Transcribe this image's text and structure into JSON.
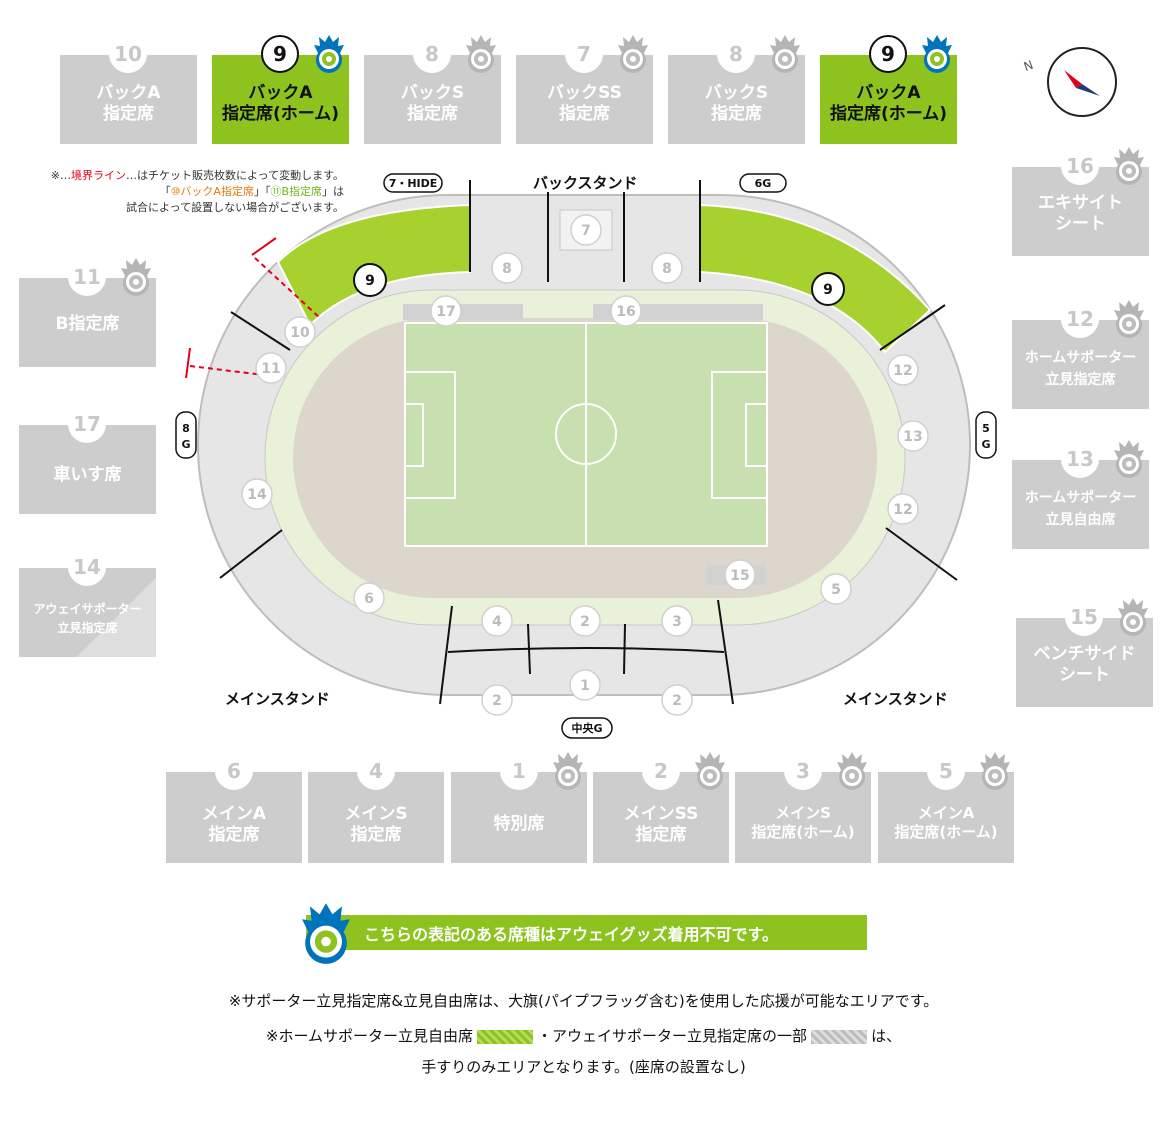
{
  "top_tiles": [
    {
      "num": "10",
      "l1": "バックA",
      "l2": "指定席",
      "active": false,
      "crest": false
    },
    {
      "num": "9",
      "l1": "バックA",
      "l2": "指定席(ホーム)",
      "active": true,
      "crest": true
    },
    {
      "num": "8",
      "l1": "バックS",
      "l2": "指定席",
      "active": false,
      "crest": true
    },
    {
      "num": "7",
      "l1": "バックSS",
      "l2": "指定席",
      "active": false,
      "crest": true
    },
    {
      "num": "8",
      "l1": "バックS",
      "l2": "指定席",
      "active": false,
      "crest": true
    },
    {
      "num": "9",
      "l1": "バックA",
      "l2": "指定席(ホーム)",
      "active": true,
      "crest": true
    }
  ],
  "left_tiles": [
    {
      "num": "11",
      "l1": "B指定席",
      "l2": "",
      "crest": true
    },
    {
      "num": "17",
      "l1": "車いす席",
      "l2": "",
      "crest": false
    },
    {
      "num": "14",
      "l1": "アウェイサポーター",
      "l2": "立見指定席",
      "crest": false
    }
  ],
  "right_tiles": [
    {
      "num": "16",
      "l1": "エキサイト",
      "l2": "シート",
      "crest": true
    },
    {
      "num": "12",
      "l1": "ホームサポーター",
      "l2": "立見指定席",
      "crest": true
    },
    {
      "num": "13",
      "l1": "ホームサポーター",
      "l2": "立見自由席",
      "crest": true
    },
    {
      "num": "15",
      "l1": "ベンチサイド",
      "l2": "シート",
      "crest": true
    }
  ],
  "bottom_tiles": [
    {
      "num": "6",
      "l1": "メインA",
      "l2": "指定席",
      "crest": false
    },
    {
      "num": "4",
      "l1": "メインS",
      "l2": "指定席",
      "crest": false
    },
    {
      "num": "1",
      "l1": "特別席",
      "l2": "",
      "crest": true
    },
    {
      "num": "2",
      "l1": "メインSS",
      "l2": "指定席",
      "crest": true
    },
    {
      "num": "3",
      "l1": "メインS",
      "l2": "指定席(ホーム)",
      "crest": true
    },
    {
      "num": "5",
      "l1": "メインA",
      "l2": "指定席(ホーム)",
      "crest": true
    }
  ],
  "note": {
    "mark": "※…",
    "boundary": "境界ライン",
    "rest1": "…はチケット販売枚数によって変動します。",
    "q_open": "「",
    "seat10": "⑩バックA指定席",
    "q_mid": "」「",
    "seat11": "⑪B指定席",
    "q_close": "」は",
    "line3": "試合によって設置しない場合がございます。"
  },
  "map": {
    "back_stand": "バックスタンド",
    "main_stand_left": "メインスタンド",
    "main_stand_right": "メインスタンド",
    "gate_7_hide": "7・HIDE",
    "gate_6g": "6G",
    "gate_8": "8",
    "gate_8g": "G",
    "gate_5": "5",
    "gate_5g": "G",
    "gate_center": "中央G",
    "sec_7": "7",
    "sec_8a": "8",
    "sec_8b": "8",
    "sec_9a": "9",
    "sec_9b": "9",
    "sec_10": "10",
    "sec_11": "11",
    "sec_17": "17",
    "sec_16": "16",
    "sec_12a": "12",
    "sec_13": "13",
    "sec_12b": "12",
    "sec_14": "14",
    "sec_15": "15",
    "sec_6": "6",
    "sec_4": "4",
    "sec_2a": "2",
    "sec_3": "3",
    "sec_5": "5",
    "sec_2b": "2",
    "sec_1": "1",
    "sec_2c": "2"
  },
  "banner": "こちらの表記のある席種はアウェイグッズ着用不可です。",
  "footer": {
    "line1": "※サポーター立見指定席&立見自由席は、大旗(パイプフラッグ含む)を使用した応援が可能なエリアです。",
    "line2a": "※ホームサポーター立見自由席",
    "line2b": "・アウェイサポーター立見指定席の一部",
    "line2c": "は、",
    "line3": "手すりのみエリアとなります。(座席の設置なし)"
  },
  "colors": {
    "accent": "#8dc21f",
    "tile": "#cdcdcd",
    "crest_blue": "#0073bd",
    "crest_green": "#8dc21f"
  }
}
